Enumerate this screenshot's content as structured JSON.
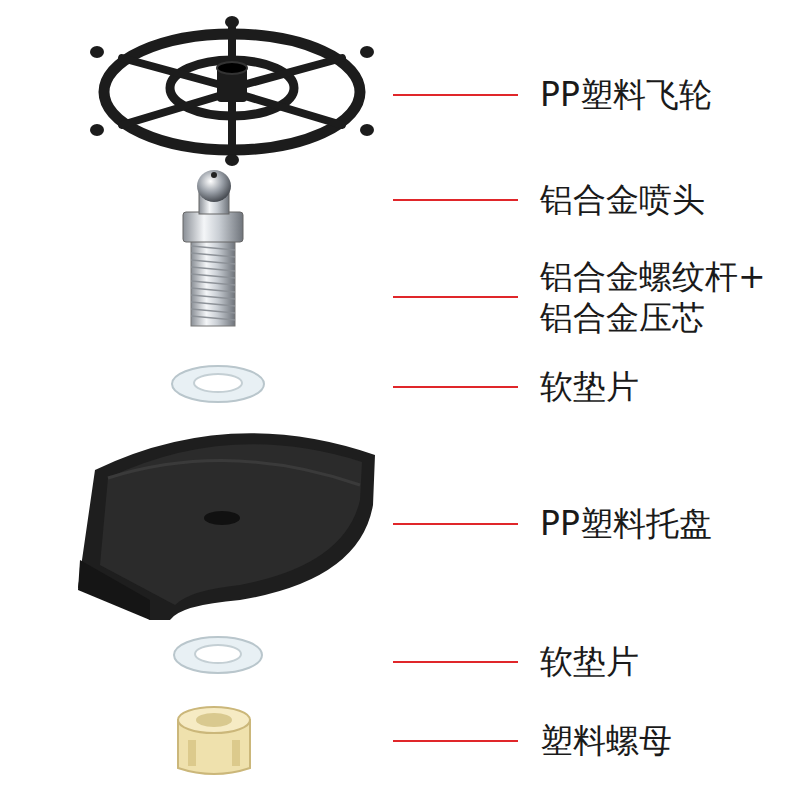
{
  "diagram": {
    "labels": [
      "PP塑料飞轮",
      "铝合金喷头",
      "铝合金螺纹杆+ 铝合金压芯",
      "软垫片",
      "PP塑料托盘",
      "软垫片",
      "塑料螺母"
    ]
  }
}
